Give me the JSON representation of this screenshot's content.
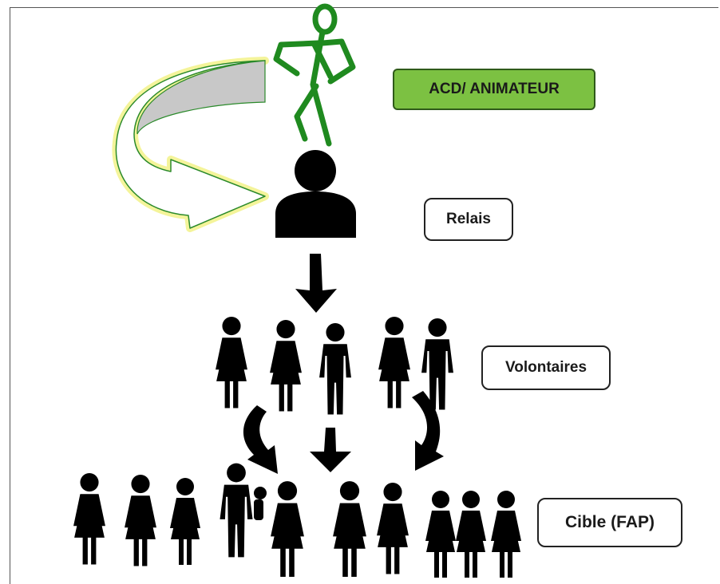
{
  "labels": {
    "acd": "ACD/ ANIMATEUR",
    "relais": "Relais",
    "volontaires": "Volontaires",
    "cible": "Cible (FAP)"
  },
  "colors": {
    "acd_fill": "#7cc142",
    "stickman": "#1f8a1f",
    "curved_arrow_fill": "#c8c8c8",
    "curved_arrow_glow": "#f4f49a",
    "people": "#000000"
  },
  "icons": {
    "leader": "green-stickman-icon",
    "relay": "person-silhouette-icon",
    "volunteers": "group-people-icon",
    "target": "crowd-people-icon"
  }
}
